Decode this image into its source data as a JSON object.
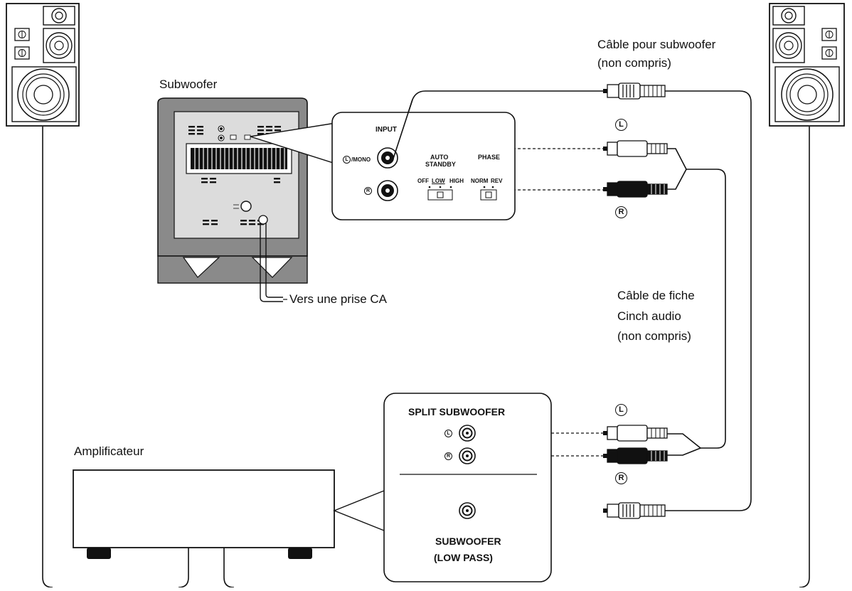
{
  "labels": {
    "subwoofer": "Subwoofer",
    "subwoofer_cable_line1": "Câble pour subwoofer",
    "subwoofer_cable_line2": "(non compris)",
    "ac_outlet": "Vers une prise CA",
    "rca_cable_line1": "Câble de fiche",
    "rca_cable_line2": "Cinch audio",
    "rca_cable_line3": "(non compris)",
    "amplifier": "Amplificateur"
  },
  "sub_panel": {
    "input": "INPUT",
    "l_mono_letter": "L",
    "l_mono_suffix": "/MONO",
    "r_letter": "R",
    "auto_standby_line1": "AUTO",
    "auto_standby_line2": "STANDBY",
    "phase": "PHASE",
    "standby_off": "OFF",
    "standby_low": "LOW",
    "standby_high": "HIGH",
    "phase_norm": "NORM",
    "phase_rev": "REV"
  },
  "amp_panel": {
    "split_subwoofer": "SPLIT SUBWOOFER",
    "l_letter": "L",
    "r_letter": "R",
    "subwoofer_line1": "SUBWOOFER",
    "subwoofer_line2": "(LOW PASS)"
  },
  "plug_marks": {
    "left": "L",
    "right": "R"
  }
}
